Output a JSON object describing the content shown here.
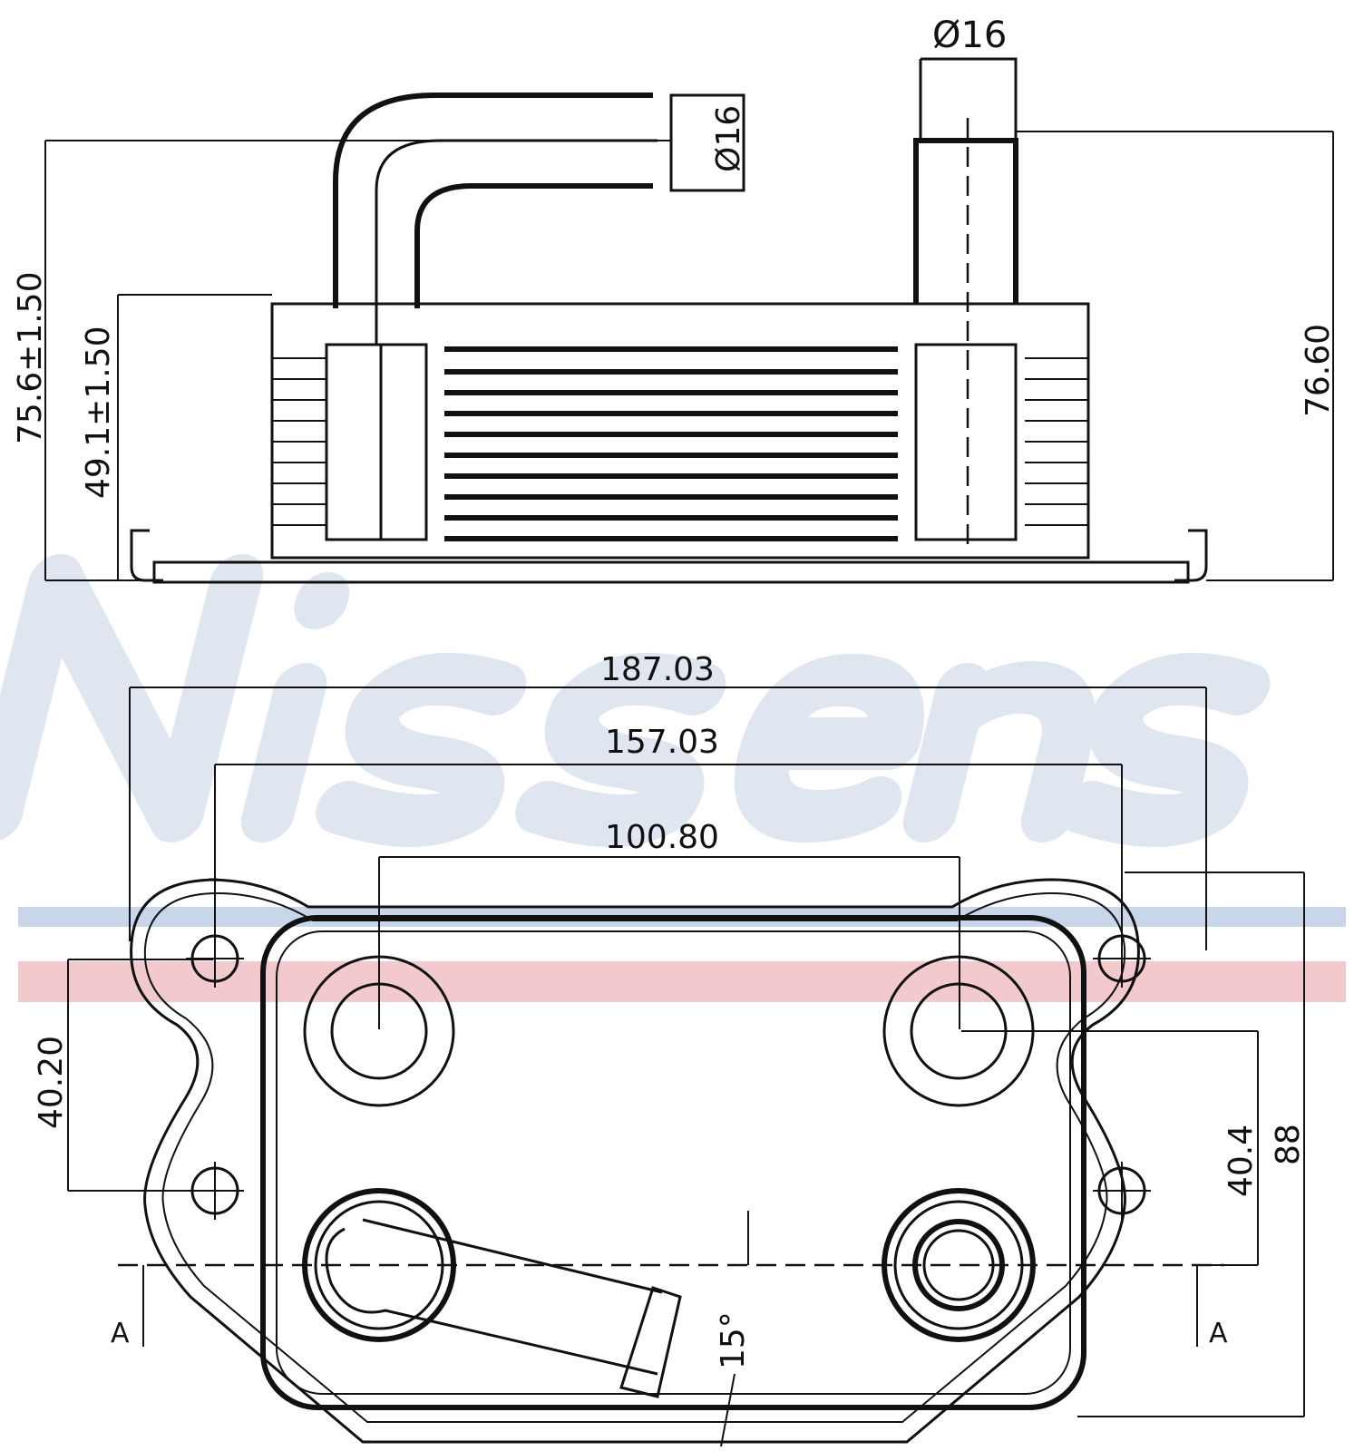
{
  "watermark": {
    "brand": "Nissens",
    "colors": {
      "text": "#dfe6f0",
      "blue_band": "#c9d6ea",
      "red_band": "#f2c9cc"
    }
  },
  "side_view": {
    "dims": {
      "top_fitting_diameter": "Ø16",
      "side_fitting_diameter": "Ø16",
      "overall_height": "75.6±1.50",
      "body_height": "49.1±1.50",
      "fitting_height": "76.60"
    }
  },
  "top_view": {
    "dims": {
      "overall_width": "187.03",
      "mount_hole_spacing": "157.03",
      "port_spacing": "100.80",
      "mount_hole_vertical": "40.20",
      "port_vertical": "40.4",
      "overall_depth": "88",
      "section_left": "A",
      "section_right": "A",
      "angle": "15°"
    }
  }
}
